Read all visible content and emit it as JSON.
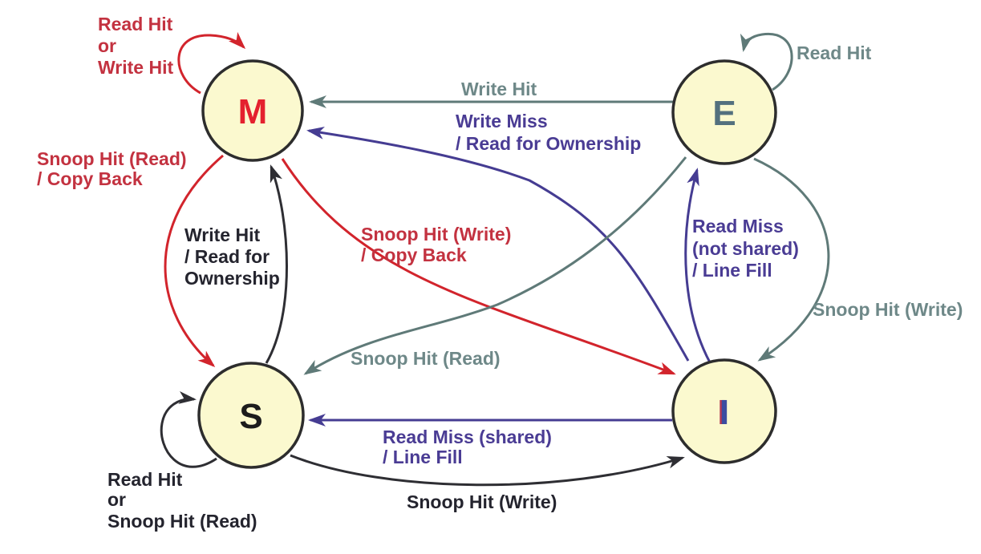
{
  "diagram": {
    "kind": "state-diagram",
    "protocol_states": [
      "M",
      "E",
      "S",
      "I"
    ]
  },
  "colors": {
    "node_fill": "#fbf9cf",
    "node_border": "#2d2d2d",
    "red": "#c33240",
    "slate_gray": "#6e8888",
    "purple": "#4a3c94",
    "black": "#24242e",
    "letter_m": "#e4212e",
    "letter_e": "#53707e",
    "letter_s": "#1c1c1c",
    "letter_i": "#3b4da0"
  },
  "nodes": {
    "m": {
      "label": "M"
    },
    "e": {
      "label": "E"
    },
    "s": {
      "label": "S"
    },
    "i": {
      "label": "I"
    }
  },
  "edges": {
    "m_self": {
      "from": "M",
      "to": "M",
      "lines": [
        "Read Hit",
        "or",
        "Write Hit"
      ]
    },
    "m_to_s": {
      "from": "M",
      "to": "S",
      "lines": [
        "Snoop Hit (Read)",
        "/ Copy Back"
      ]
    },
    "s_to_m": {
      "from": "S",
      "to": "M",
      "lines": [
        "Write Hit",
        "/ Read for",
        "Ownership"
      ]
    },
    "m_to_i": {
      "from": "M",
      "to": "I",
      "lines": [
        "Snoop Hit (Write)",
        "/ Copy Back"
      ]
    },
    "e_to_m": {
      "from": "E",
      "to": "M",
      "lines": [
        "Write Hit"
      ]
    },
    "i_to_m": {
      "from": "I",
      "to": "M",
      "lines": [
        "Write Miss",
        "/ Read for Ownership"
      ]
    },
    "e_self": {
      "from": "E",
      "to": "E",
      "lines": [
        "Read Hit"
      ]
    },
    "i_to_e": {
      "from": "I",
      "to": "E",
      "lines": [
        "Read Miss",
        "(not shared)",
        "/ Line Fill"
      ]
    },
    "e_to_i": {
      "from": "E",
      "to": "I",
      "lines": [
        "Snoop Hit (Write)"
      ]
    },
    "e_to_s": {
      "from": "E",
      "to": "S",
      "lines": [
        "Snoop Hit (Read)"
      ]
    },
    "i_to_s": {
      "from": "I",
      "to": "S",
      "lines": [
        "Read Miss (shared)",
        "/ Line Fill"
      ]
    },
    "s_to_i": {
      "from": "S",
      "to": "I",
      "lines": [
        "Snoop Hit (Write)"
      ]
    },
    "s_self": {
      "from": "S",
      "to": "S",
      "lines": [
        "Read Hit",
        "or",
        "Snoop Hit (Read)"
      ]
    }
  }
}
